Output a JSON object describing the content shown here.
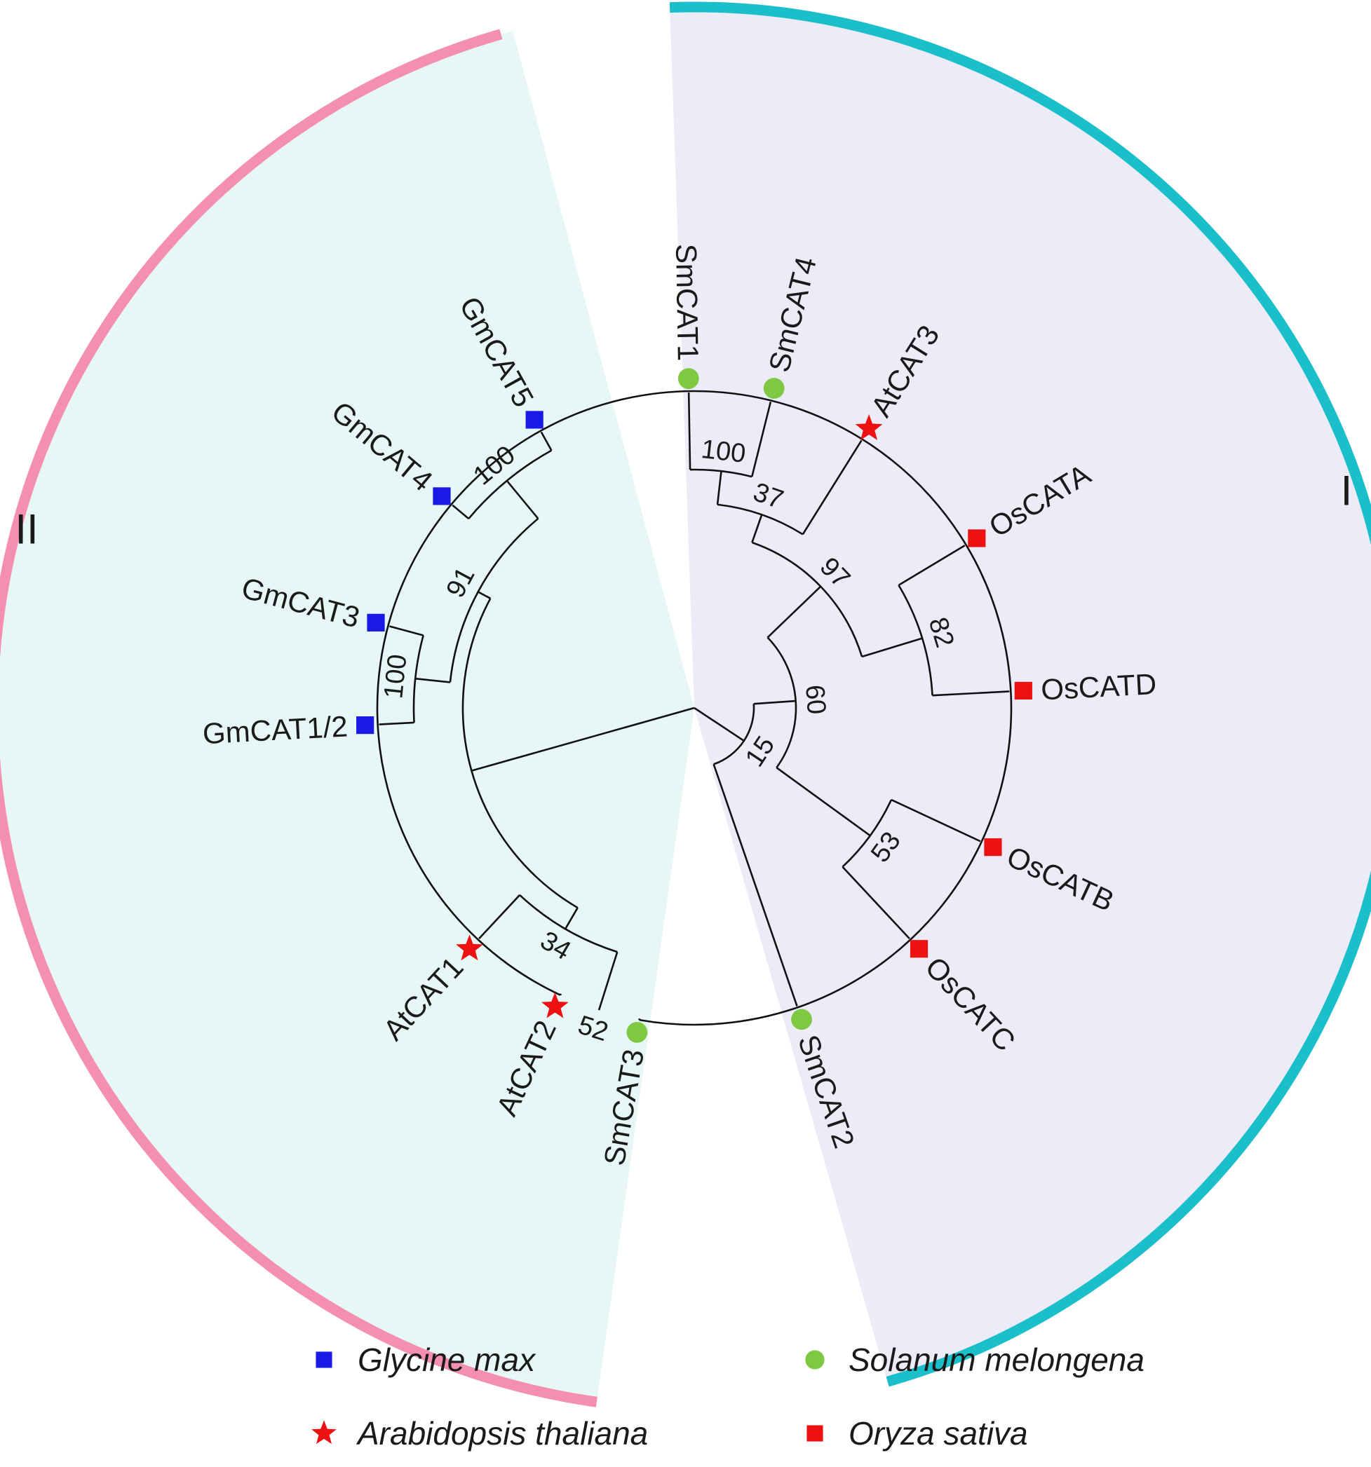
{
  "colors": {
    "clade_I_bg": "#ecebf8",
    "clade_I_arc": "#1bbfc9",
    "clade_II_bg": "#e6f7f6",
    "clade_II_arc": "#f58fb0",
    "glycine": "#1a1ae6",
    "arabidopsis": "#ee1111",
    "solanum": "#7ec842",
    "oryza": "#ee1111"
  },
  "clades": [
    {
      "id": "I",
      "label": "I"
    },
    {
      "id": "II",
      "label": "II"
    }
  ],
  "leaves": [
    {
      "id": "SmCAT1",
      "label": "SmCAT1",
      "species": "solanum",
      "icon": "green-circle-icon"
    },
    {
      "id": "SmCAT4",
      "label": "SmCAT4",
      "species": "solanum",
      "icon": "green-circle-icon"
    },
    {
      "id": "AtCAT3",
      "label": "AtCAT3",
      "species": "arabidopsis",
      "icon": "red-star-icon"
    },
    {
      "id": "OsCATA",
      "label": "OsCATA",
      "species": "oryza",
      "icon": "red-square-icon"
    },
    {
      "id": "OsCATD",
      "label": "OsCATD",
      "species": "oryza",
      "icon": "red-square-icon"
    },
    {
      "id": "OsCATB",
      "label": "OsCATB",
      "species": "oryza",
      "icon": "red-square-icon"
    },
    {
      "id": "OsCATC",
      "label": "OsCATC",
      "species": "oryza",
      "icon": "red-square-icon"
    },
    {
      "id": "SmCAT2",
      "label": "SmCAT2",
      "species": "solanum",
      "icon": "green-circle-icon"
    },
    {
      "id": "SmCAT3",
      "label": "SmCAT3",
      "species": "solanum",
      "icon": "green-circle-icon"
    },
    {
      "id": "AtCAT2",
      "label": "AtCAT2",
      "species": "arabidopsis",
      "icon": "red-star-icon"
    },
    {
      "id": "AtCAT1",
      "label": "AtCAT1",
      "species": "arabidopsis",
      "icon": "red-star-icon"
    },
    {
      "id": "GmCAT12",
      "label": "GmCAT1/2",
      "species": "glycine",
      "icon": "blue-square-icon"
    },
    {
      "id": "GmCAT3",
      "label": "GmCAT3",
      "species": "glycine",
      "icon": "blue-square-icon"
    },
    {
      "id": "GmCAT4",
      "label": "GmCAT4",
      "species": "glycine",
      "icon": "blue-square-icon"
    },
    {
      "id": "GmCAT5",
      "label": "GmCAT5",
      "species": "glycine",
      "icon": "blue-square-icon"
    }
  ],
  "bootstrap": [
    {
      "node": "SmCAT1_SmCAT4",
      "value": "100"
    },
    {
      "node": "with_AtCAT3",
      "value": "37"
    },
    {
      "node": "with_OsCATA_OsCATD",
      "value": "97"
    },
    {
      "node": "OsCATA_OsCATD",
      "value": "82"
    },
    {
      "node": "cladeI_core",
      "value": "60"
    },
    {
      "node": "OsCATB_OsCATC",
      "value": "53"
    },
    {
      "node": "cladeI_root",
      "value": "15"
    },
    {
      "node": "GmCAT4_GmCAT5",
      "value": "100"
    },
    {
      "node": "Gm_all",
      "value": "91"
    },
    {
      "node": "GmCAT3_GmCAT12",
      "value": "100"
    },
    {
      "node": "AtCAT2_SmCAT3",
      "value": "52"
    },
    {
      "node": "At_Sm",
      "value": "34"
    }
  ],
  "legend": [
    {
      "species": "glycine",
      "label": "Glycine max",
      "icon": "blue-square-icon"
    },
    {
      "species": "solanum",
      "label": "Solanum melongena",
      "icon": "green-circle-icon"
    },
    {
      "species": "arabidopsis",
      "label": "Arabidopsis thaliana",
      "icon": "red-star-icon"
    },
    {
      "species": "oryza",
      "label": "Oryza sativa",
      "icon": "red-square-icon"
    }
  ]
}
